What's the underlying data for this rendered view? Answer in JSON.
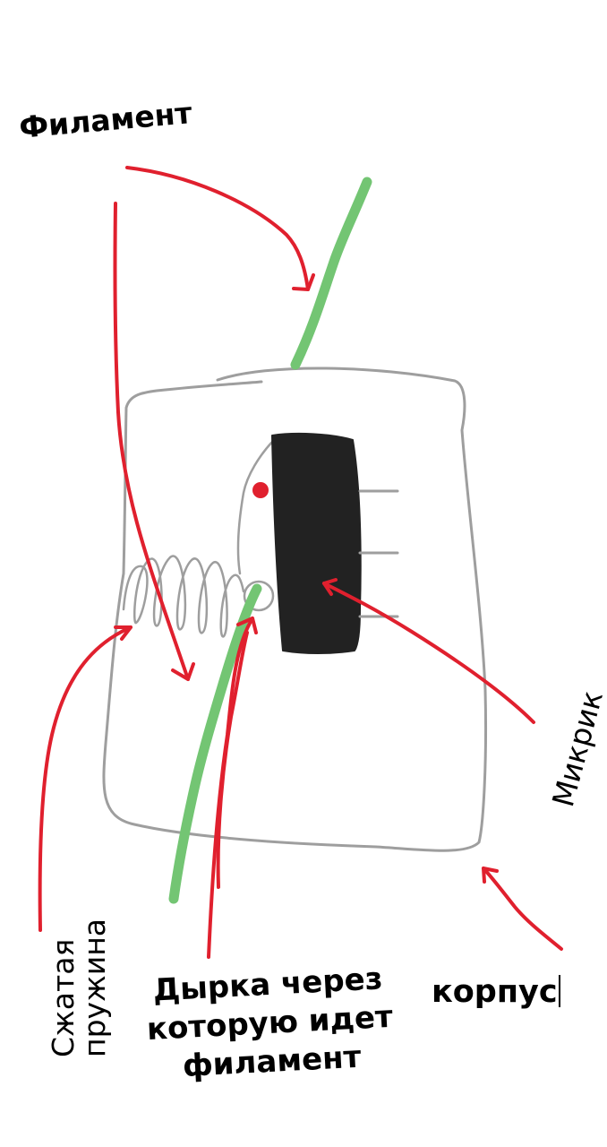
{
  "labels": {
    "filament_top": "Филамент",
    "spring_line1": "Сжатая",
    "spring_line2": "пружина",
    "hole_line1": "Дырка через",
    "hole_line2": "которую идет",
    "hole_line3": "филамент",
    "microswitch": "Микрик",
    "body": "корпус"
  },
  "colors": {
    "outline": "#9e9e9e",
    "filament": "#73c573",
    "arrow": "#e0202e",
    "microswitch": "#222222",
    "switch_dot": "#e0202e",
    "text": "#000000",
    "background": "#ffffff"
  }
}
